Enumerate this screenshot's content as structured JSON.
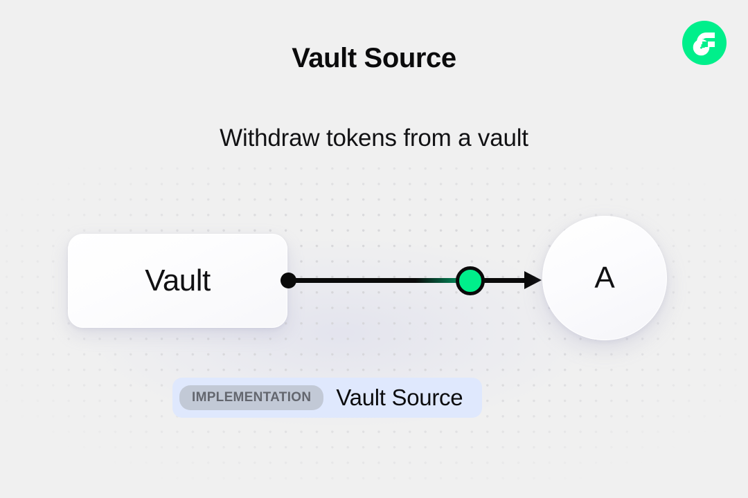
{
  "header": {
    "title": "Vault Source",
    "subtitle": "Withdraw tokens from a vault"
  },
  "brand": {
    "logo_icon": "flow-logo-icon",
    "logo_bg_color": "#00ef8b",
    "logo_mark_color": "#ffffff"
  },
  "diagram": {
    "type": "flow-graph",
    "nodes": [
      {
        "id": "vault",
        "label": "Vault",
        "shape": "rounded-rect"
      },
      {
        "id": "a",
        "label": "A",
        "shape": "circle"
      }
    ],
    "edge": {
      "from": "vault",
      "to": "a",
      "source_handle_color": "#0a0a0a",
      "midpoint_handle_color": "#00ef8b",
      "line_color": "#0a0a0a",
      "arrow_direction": "right"
    }
  },
  "badge": {
    "tag_label": "IMPLEMENTATION",
    "value_label": "Vault Source",
    "background_color": "#dfe8fd",
    "tag_background_color": "#c2c9d6",
    "tag_text_color": "#63666e"
  },
  "canvas": {
    "background_color": "#f0f0f0",
    "dot_color": "#d6d6d9"
  }
}
